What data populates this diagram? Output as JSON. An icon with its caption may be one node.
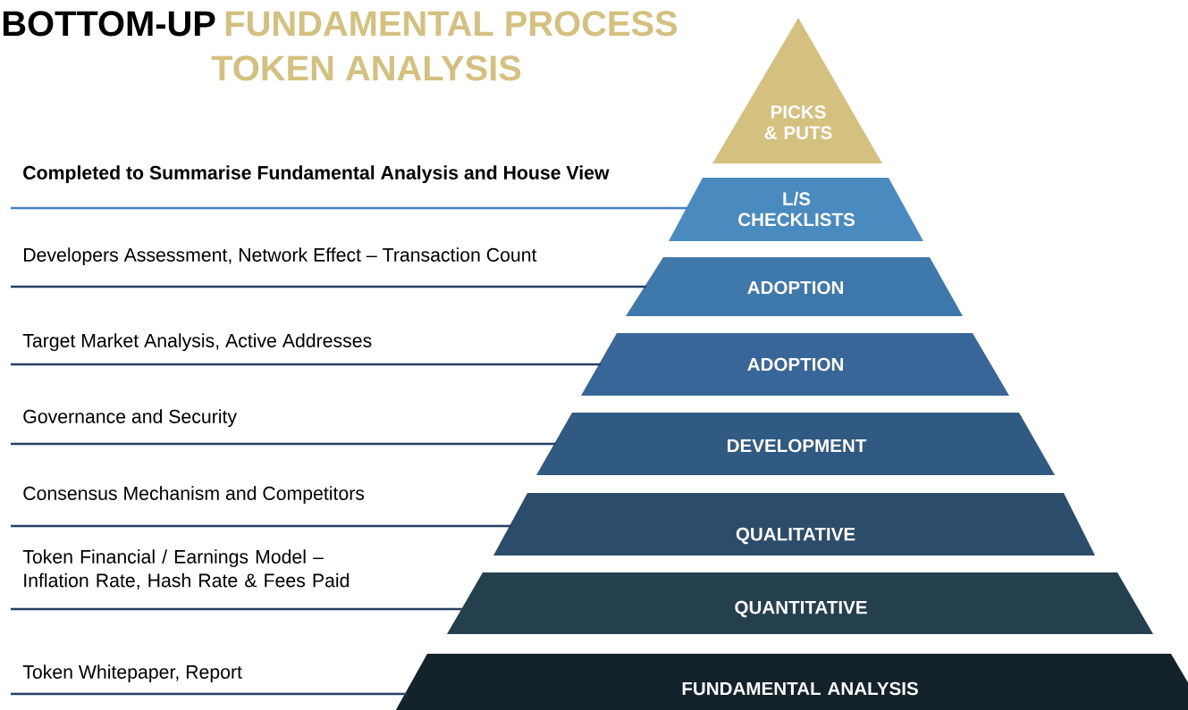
{
  "diagram": {
    "title": "BOTTOM-UP",
    "nodes": [
      {
        "text": [
          "PICKS & PUTS"
        ]
      },
      {
        "text": [
          "L/S CHECKLISTS"
        ]
      },
      {
        "text": [
          "ADOPTION"
        ]
      },
      {
        "text": [
          "ADOPTION"
        ]
      },
      {
        "text": [
          "DEVELOPMENT"
        ]
      },
      {
        "text": [
          "QUALITATIVE"
        ]
      },
      {
        "text": [
          "QUANTITATIVE"
        ]
      },
      {
        "text": [
          "FUNDAMENTAL ANALYSIS"
        ]
      },
      {
        "text": [
          "Completed to Summarise Fundamental Analysis and House View"
        ]
      },
      {
        "text": [
          "Developers Assessment, Network Effect – Transaction Count"
        ]
      },
      {
        "text": [
          "Target Market Analysis, Active Addresses"
        ]
      },
      {
        "text": [
          "Governance and Security"
        ]
      },
      {
        "text": [
          "Consensus Mechanism and Competitors"
        ]
      },
      {
        "text": [
          "Token Financial / Earnings Model – Inflation Rate, Hash Rate & Fees Paid"
        ]
      },
      {
        "text": [
          "Token Whitepaper, Report"
        ]
      }
    ],
    "edges": [
      {
        "from": 8,
        "to": 1,
        "arrow": "none",
        "color": "#4a7ebf"
      },
      {
        "from": 9,
        "to": 2,
        "arrow": "none"
      },
      {
        "from": 10,
        "to": 3,
        "arrow": "none"
      },
      {
        "from": 11,
        "to": 4,
        "arrow": "none"
      },
      {
        "from": 12,
        "to": 5,
        "arrow": "none"
      },
      {
        "from": 13,
        "to": 6,
        "arrow": "none"
      },
      {
        "from": 14,
        "to": 7,
        "arrow": "none"
      }
    ],
    "labels": [
      "FUNDAMENTAL PROCESS",
      "TOKEN ANALYSIS"
    ]
  }
}
